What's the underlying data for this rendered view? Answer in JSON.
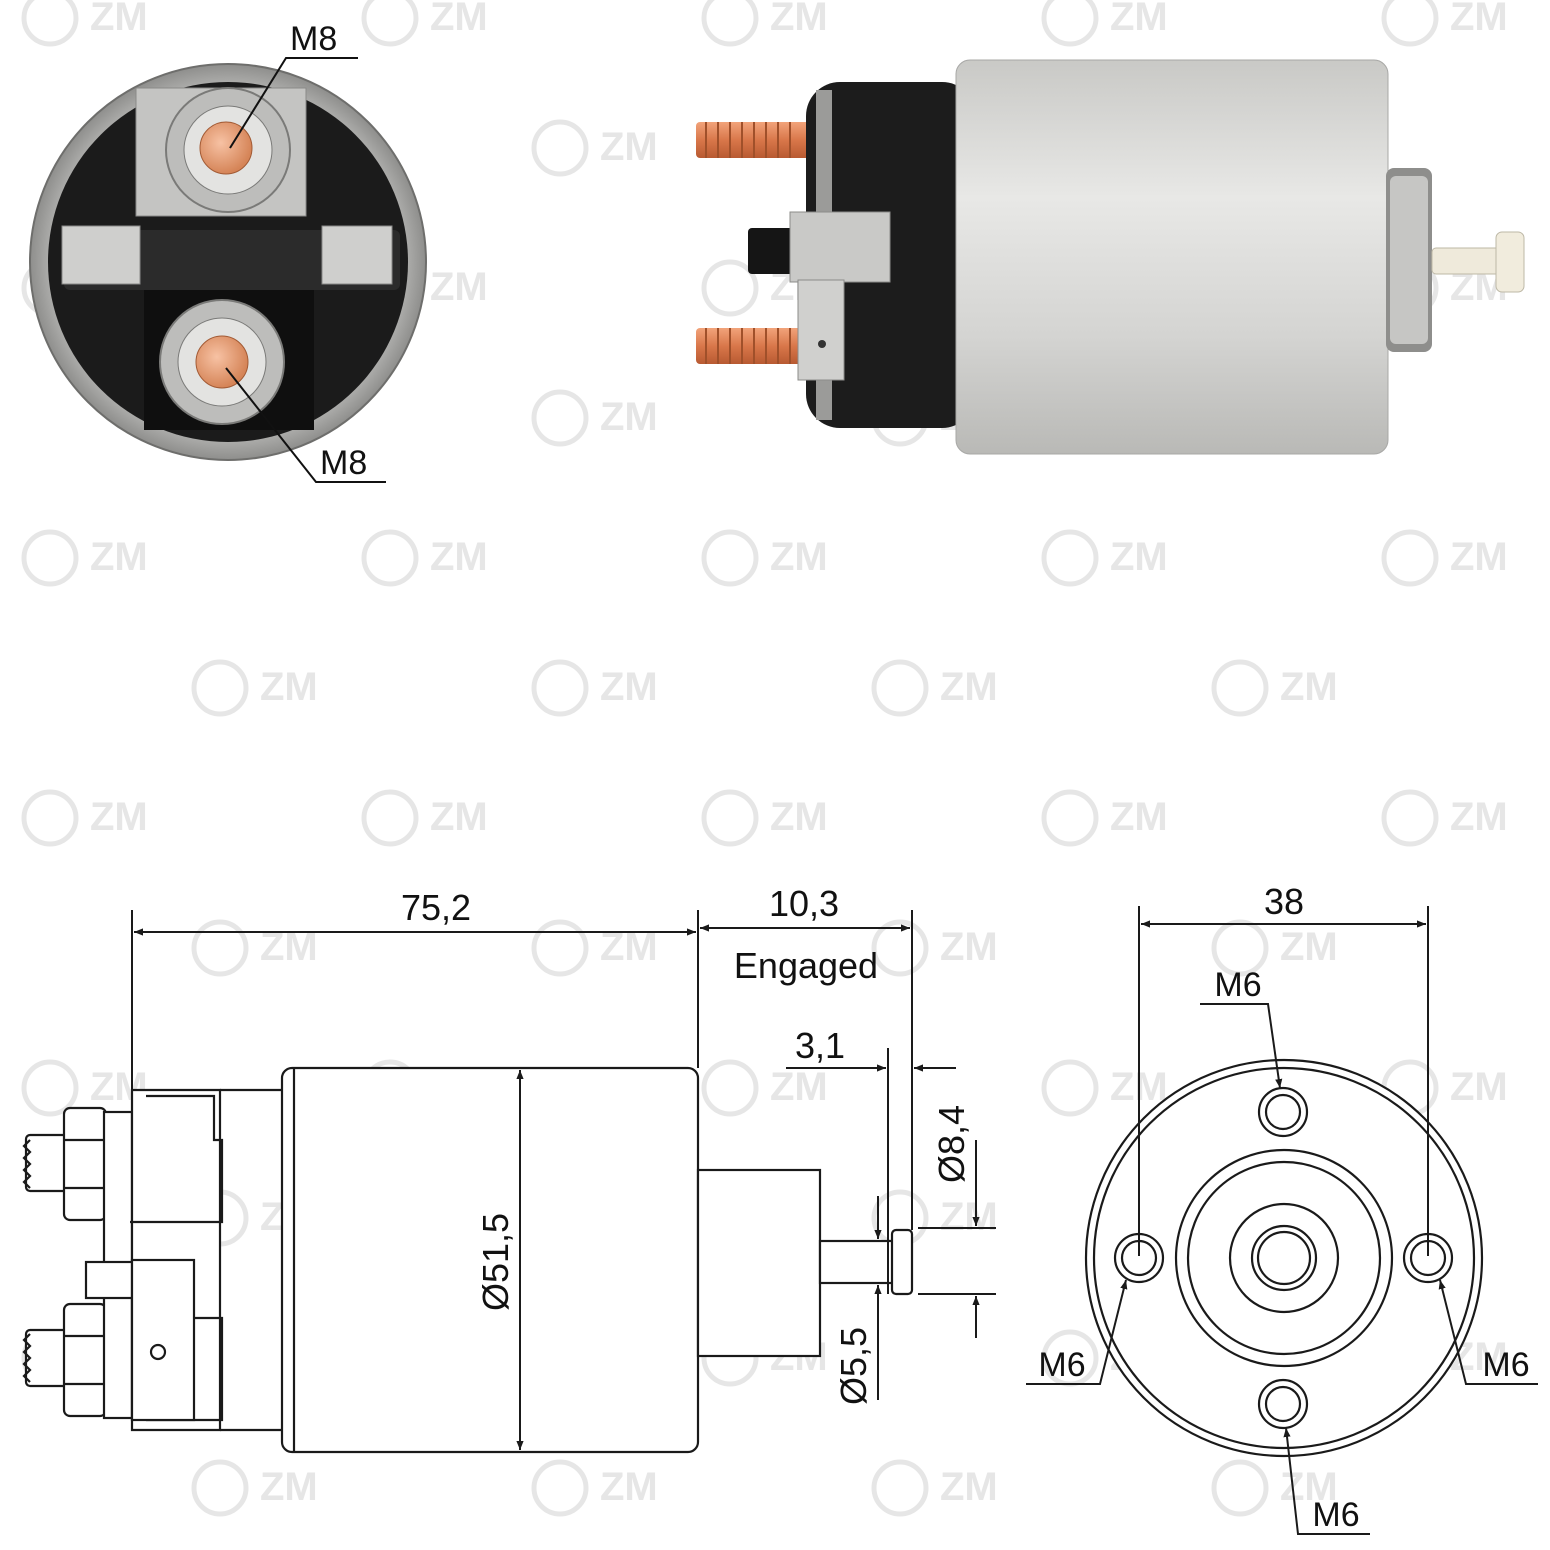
{
  "colors": {
    "line": "#1a1a1a",
    "copper": "#d9865a",
    "housing": "#d6d6d4",
    "plastic": "#1c1c1c",
    "watermark": "#e6e6e6"
  },
  "watermark": {
    "text": "ZM",
    "icon": "zm-logo-icon"
  },
  "photo_callouts": {
    "top_stud": "M8",
    "bottom_stud": "M8"
  },
  "drawing": {
    "length": "75,2",
    "stroke": "10,3",
    "stroke_state": "Engaged",
    "plunger_gap": "3,1",
    "body_diameter": "Ø51,5",
    "plunger_head_diameter": "Ø8,4",
    "plunger_diameter": "Ø5,5",
    "hole_spacing": "38",
    "hole_top": "M6",
    "hole_left": "M6",
    "hole_right": "M6",
    "hole_bottom": "M6"
  }
}
